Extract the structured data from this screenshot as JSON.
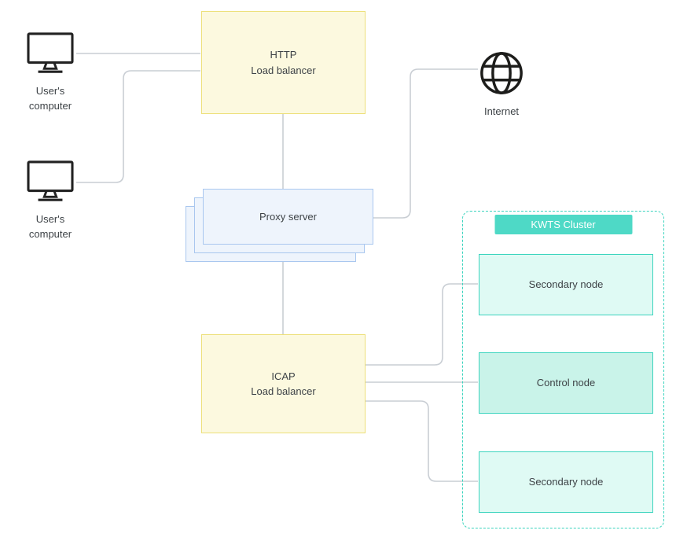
{
  "colors": {
    "line": "#C9CED4",
    "yellow_fill": "#FCF9DF",
    "yellow_border": "#EDE07A",
    "blue_fill": "#EEF4FC",
    "blue_border": "#A9C7EF",
    "teal": "#3BD4BE",
    "teal_badge": "#4ED9C6",
    "node_fill": "#DFFAF4",
    "control_fill": "#C9F3E9",
    "text": "#3E4347",
    "icon": "#222222"
  },
  "nodes": {
    "user1": {
      "label": "User's\ncomputer"
    },
    "user2": {
      "label": "User's\ncomputer"
    },
    "http_lb": {
      "label": "HTTP\nLoad balancer"
    },
    "internet": {
      "label": "Internet"
    },
    "proxy": {
      "label": "Proxy server"
    },
    "icap_lb": {
      "label": "ICAP\nLoad balancer"
    }
  },
  "cluster": {
    "title": "KWTS Cluster",
    "nodes": [
      {
        "label": "Secondary node",
        "type": "secondary"
      },
      {
        "label": "Control node",
        "type": "control"
      },
      {
        "label": "Secondary node",
        "type": "secondary"
      }
    ]
  }
}
